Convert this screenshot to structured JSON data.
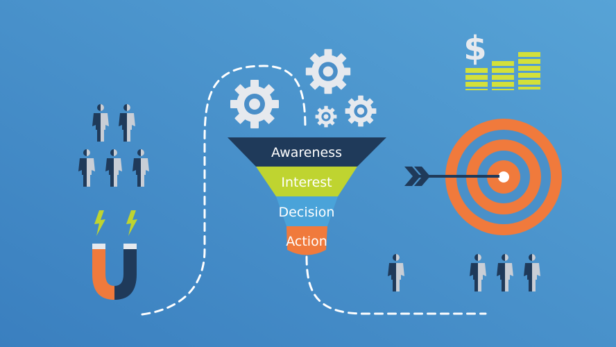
{
  "funnel": {
    "stages": [
      {
        "label": "Awareness",
        "color": "#1f3a5a"
      },
      {
        "label": "Interest",
        "color": "#bfd430"
      },
      {
        "label": "Decision",
        "color": "#4aa3d9"
      },
      {
        "label": "Action",
        "color": "#f07a3c"
      }
    ]
  },
  "icons": {
    "dollar_sign": "$"
  },
  "colors": {
    "background_start": "#3a7fbf",
    "background_end": "#57a3d6",
    "navy": "#1f3a5a",
    "lime": "#d3e03a",
    "orange": "#f07a3c",
    "light_gray": "#e6e9ee",
    "white": "#ffffff"
  }
}
